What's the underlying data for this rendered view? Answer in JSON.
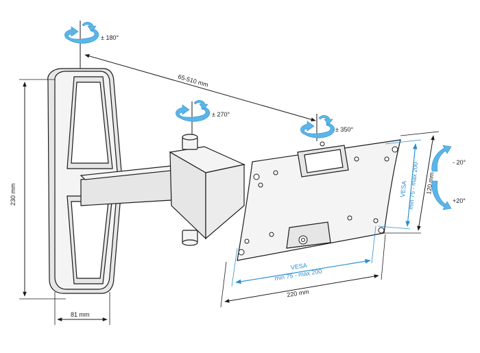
{
  "dimensions": {
    "arm_reach": "65-510 mm",
    "height": "230 mm",
    "wall_plate_width": "81 mm",
    "plate_width": "220 mm",
    "plate_height": "120 mm"
  },
  "rotations": {
    "wall_swivel": "± 180°",
    "arm_swivel": "± 270°",
    "plate_rotate": "± 350°",
    "tilt_up": "- 20°",
    "tilt_down": "+20°"
  },
  "vesa": {
    "horizontal_title": "VESA",
    "horizontal_range": "min 75 - max 200",
    "vertical_title": "VESA",
    "vertical_range": "min 75 - max 200"
  },
  "colors": {
    "accent": "#2a8fcf",
    "rotation_arrow": "#5bb5e6",
    "line": "#1a1a1a"
  }
}
